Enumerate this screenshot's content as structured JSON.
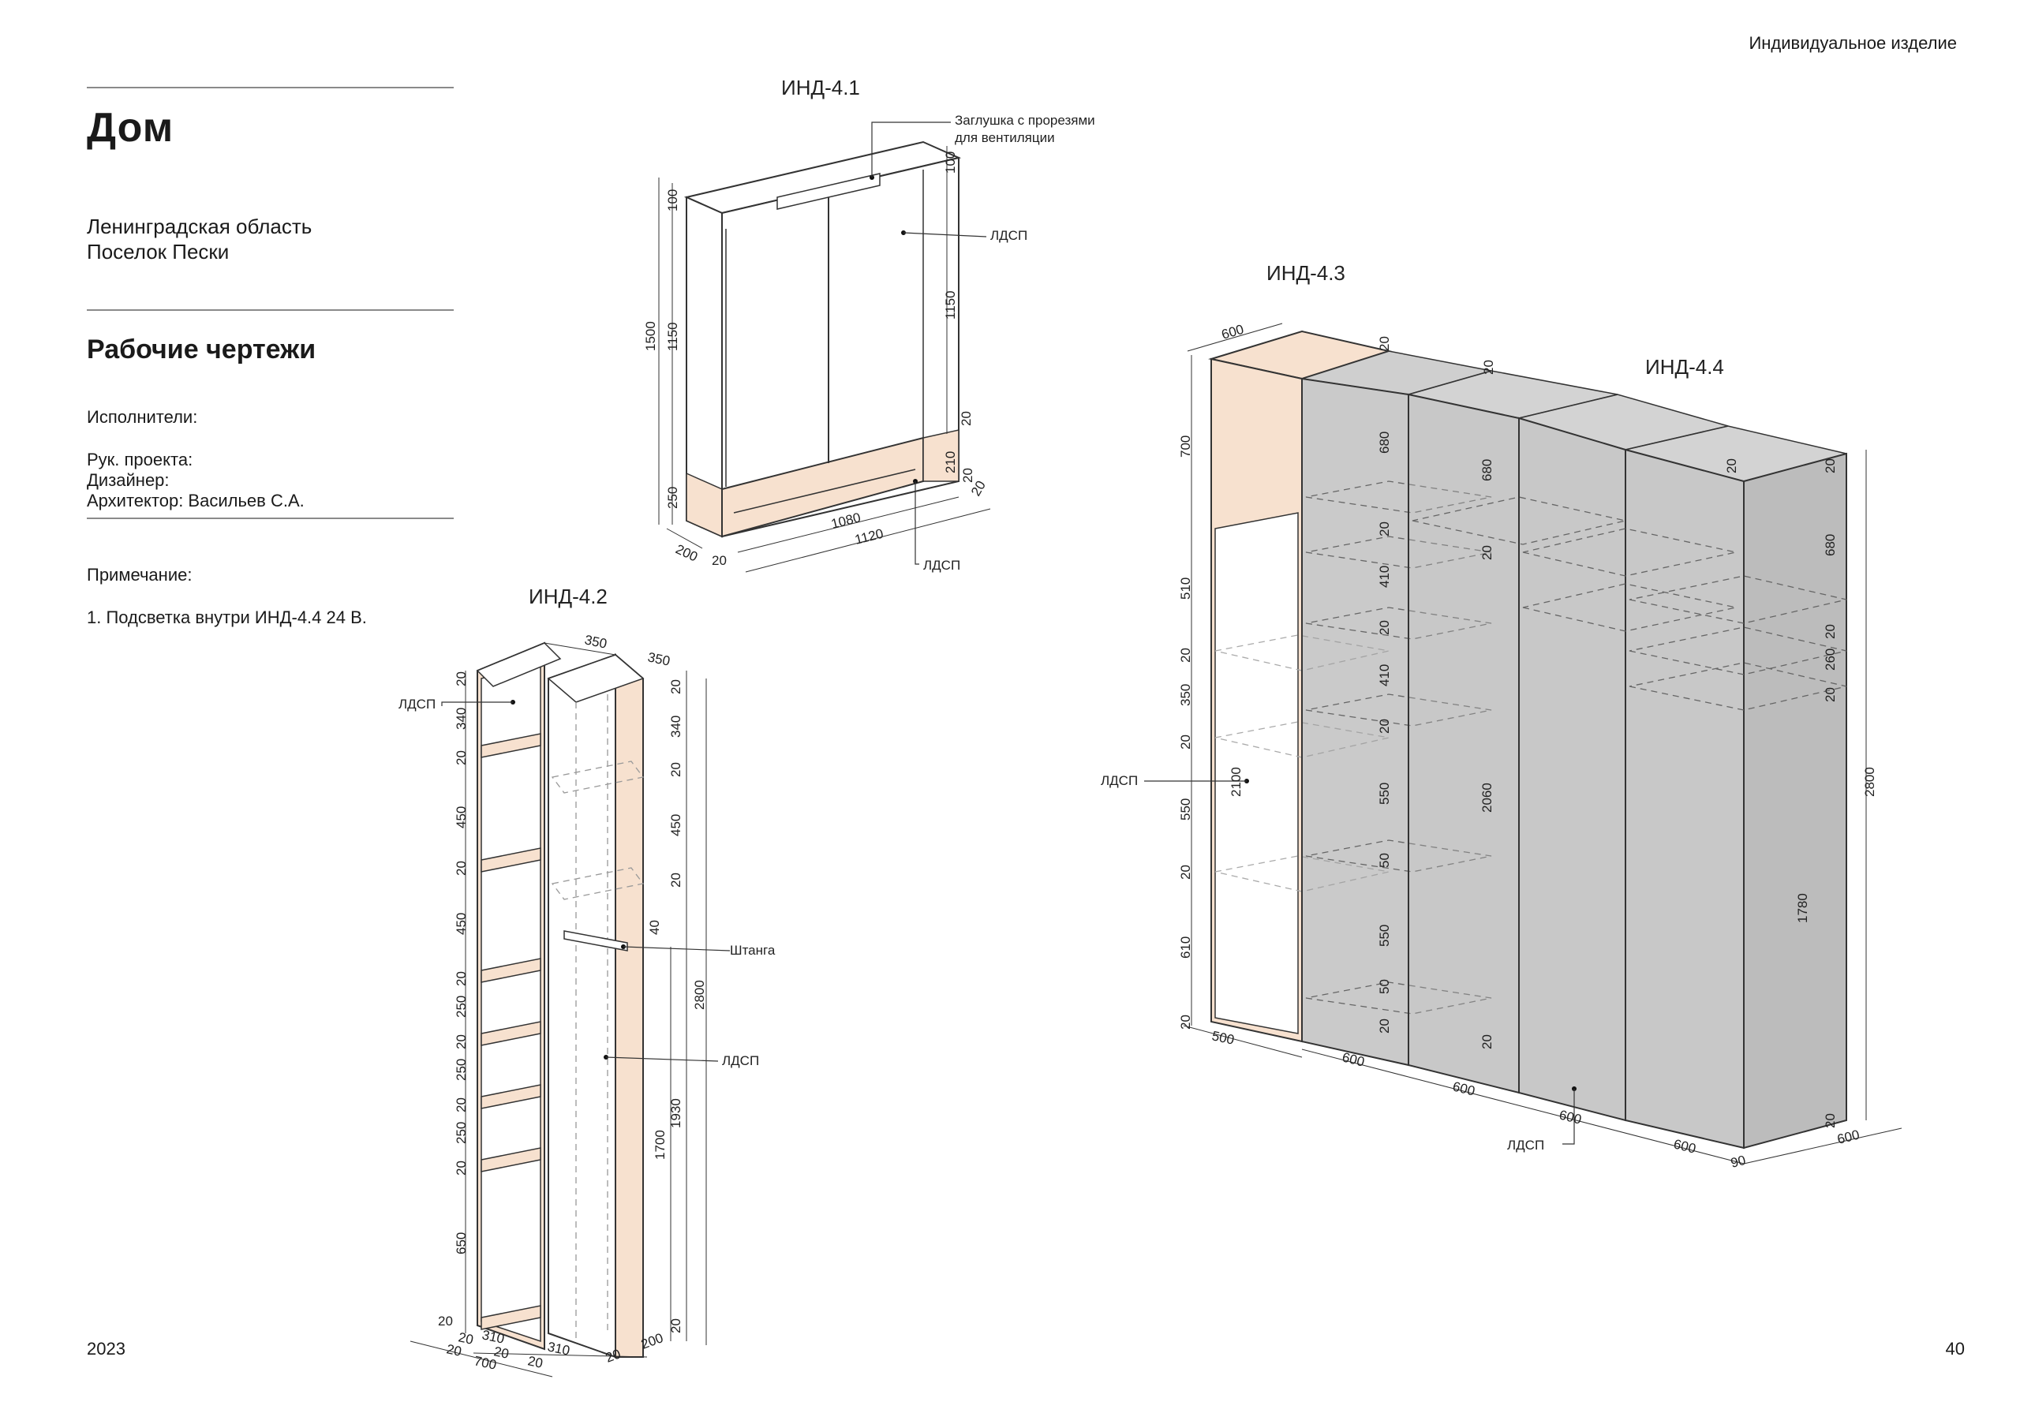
{
  "header": {
    "product_type": "Индивидуальное изделие"
  },
  "project": {
    "title": "Дом",
    "address_line1": "Ленинградская область",
    "address_line2": "Поселок Пески",
    "section": "Рабочие чертежи"
  },
  "team": {
    "label": "Исполнители:",
    "lead": "Рук. проекта:",
    "designer": "Дизайнер:",
    "architect": "Архитектор: Васильев С.А."
  },
  "notes": {
    "label": "Примечание:",
    "items": [
      "1. Подсветка внутри ИНД-4.4 24 В."
    ]
  },
  "footer": {
    "year": "2023",
    "page": "40"
  },
  "drawings": {
    "d41": {
      "label": "ИНД-4.1",
      "callout_vent_1": "Заглушка с прорезями",
      "callout_vent_2": "для вентиляции",
      "callout_mat_top": "ЛДСП",
      "callout_mat_bottom": "ЛДСП",
      "dims": [
        "100",
        "1150",
        "1500",
        "250",
        "200",
        "20",
        "1080",
        "1120",
        "100",
        "1150",
        "20",
        "210",
        "20",
        "20"
      ]
    },
    "d42": {
      "label": "ИНД-4.2",
      "callout_mat_1": "ЛДСП",
      "callout_rod": "Штанга",
      "callout_mat_2": "ЛДСП",
      "top_dims": [
        "350",
        "350"
      ],
      "left_dims": [
        "20",
        "340",
        "20",
        "450",
        "20",
        "450",
        "20",
        "250",
        "20",
        "250",
        "20",
        "250",
        "20",
        "650",
        "20"
      ],
      "right_dims": [
        "20",
        "340",
        "20",
        "450",
        "20",
        "40",
        "2800",
        "1930",
        "1700",
        "20"
      ],
      "bottom_dims": [
        "310",
        "20",
        "310",
        "700",
        "20",
        "200",
        "20",
        "20",
        "20"
      ]
    },
    "d43": {
      "label": "ИНД-4.3",
      "callout_mat": "ЛДСП",
      "top_dims": [
        "600",
        "20"
      ],
      "left_dims": [
        "700",
        "510",
        "20",
        "350",
        "20",
        "550",
        "20",
        "610",
        "20"
      ],
      "inner_dims": [
        "2100",
        "680",
        "20",
        "410",
        "20",
        "410",
        "20",
        "550",
        "50",
        "550",
        "50",
        "20"
      ],
      "bottom_dims": [
        "500",
        "600"
      ]
    },
    "d44": {
      "label": "ИНД-4.4",
      "callout_mat": "ЛДСП",
      "top_dims": [
        "20",
        "20"
      ],
      "inner_dims": [
        "680",
        "20",
        "2060",
        "20",
        "20",
        "680",
        "20",
        "260",
        "20",
        "1780",
        "20"
      ],
      "right_dims": [
        "2800"
      ],
      "bottom_dims": [
        "600",
        "600",
        "600",
        "90",
        "600"
      ]
    }
  }
}
